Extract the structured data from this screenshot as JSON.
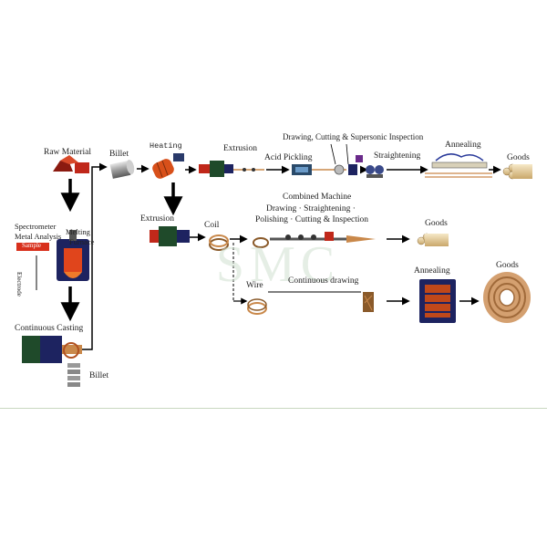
{
  "labels": {
    "raw_material": "Raw Material",
    "billet_top": "Billet",
    "heating": "Heating",
    "extrusion_top": "Extrusion",
    "acid_pickling": "Acid Pickling",
    "drawing_cutting": "Drawing, Cutting & Supersonic Inspection",
    "straightening": "Straightening",
    "annealing_top": "Annealing",
    "goods_top": "Goods",
    "spectrometer": "Spectrometer",
    "metal_analysis": "Metal Analysis",
    "melting": "Melting",
    "furnace": "Furnace",
    "sample": "Sample",
    "electrode": "Electrode",
    "extrusion_mid": "Extrusion",
    "coil": "Coil",
    "combined_machine": "Combined Machine",
    "combined_line1": "Drawing · Straightening ·",
    "combined_line2": "Polishing · Cutting & Inspection",
    "goods_mid": "Goods",
    "wire": "Wire",
    "continuous_drawing": "Continuous drawing",
    "annealing_bottom": "Annealing",
    "goods_bottom": "Goods",
    "continuous_casting": "Continuous Casting",
    "billet_bottom": "Billet"
  },
  "watermark": "SMC",
  "colors": {
    "steel_red": "#cc3311",
    "dark_green": "#1f4a2a",
    "navy": "#1d2360",
    "copper": "#c9884a",
    "wood": "#e8d4a8",
    "arrow": "#000000"
  }
}
